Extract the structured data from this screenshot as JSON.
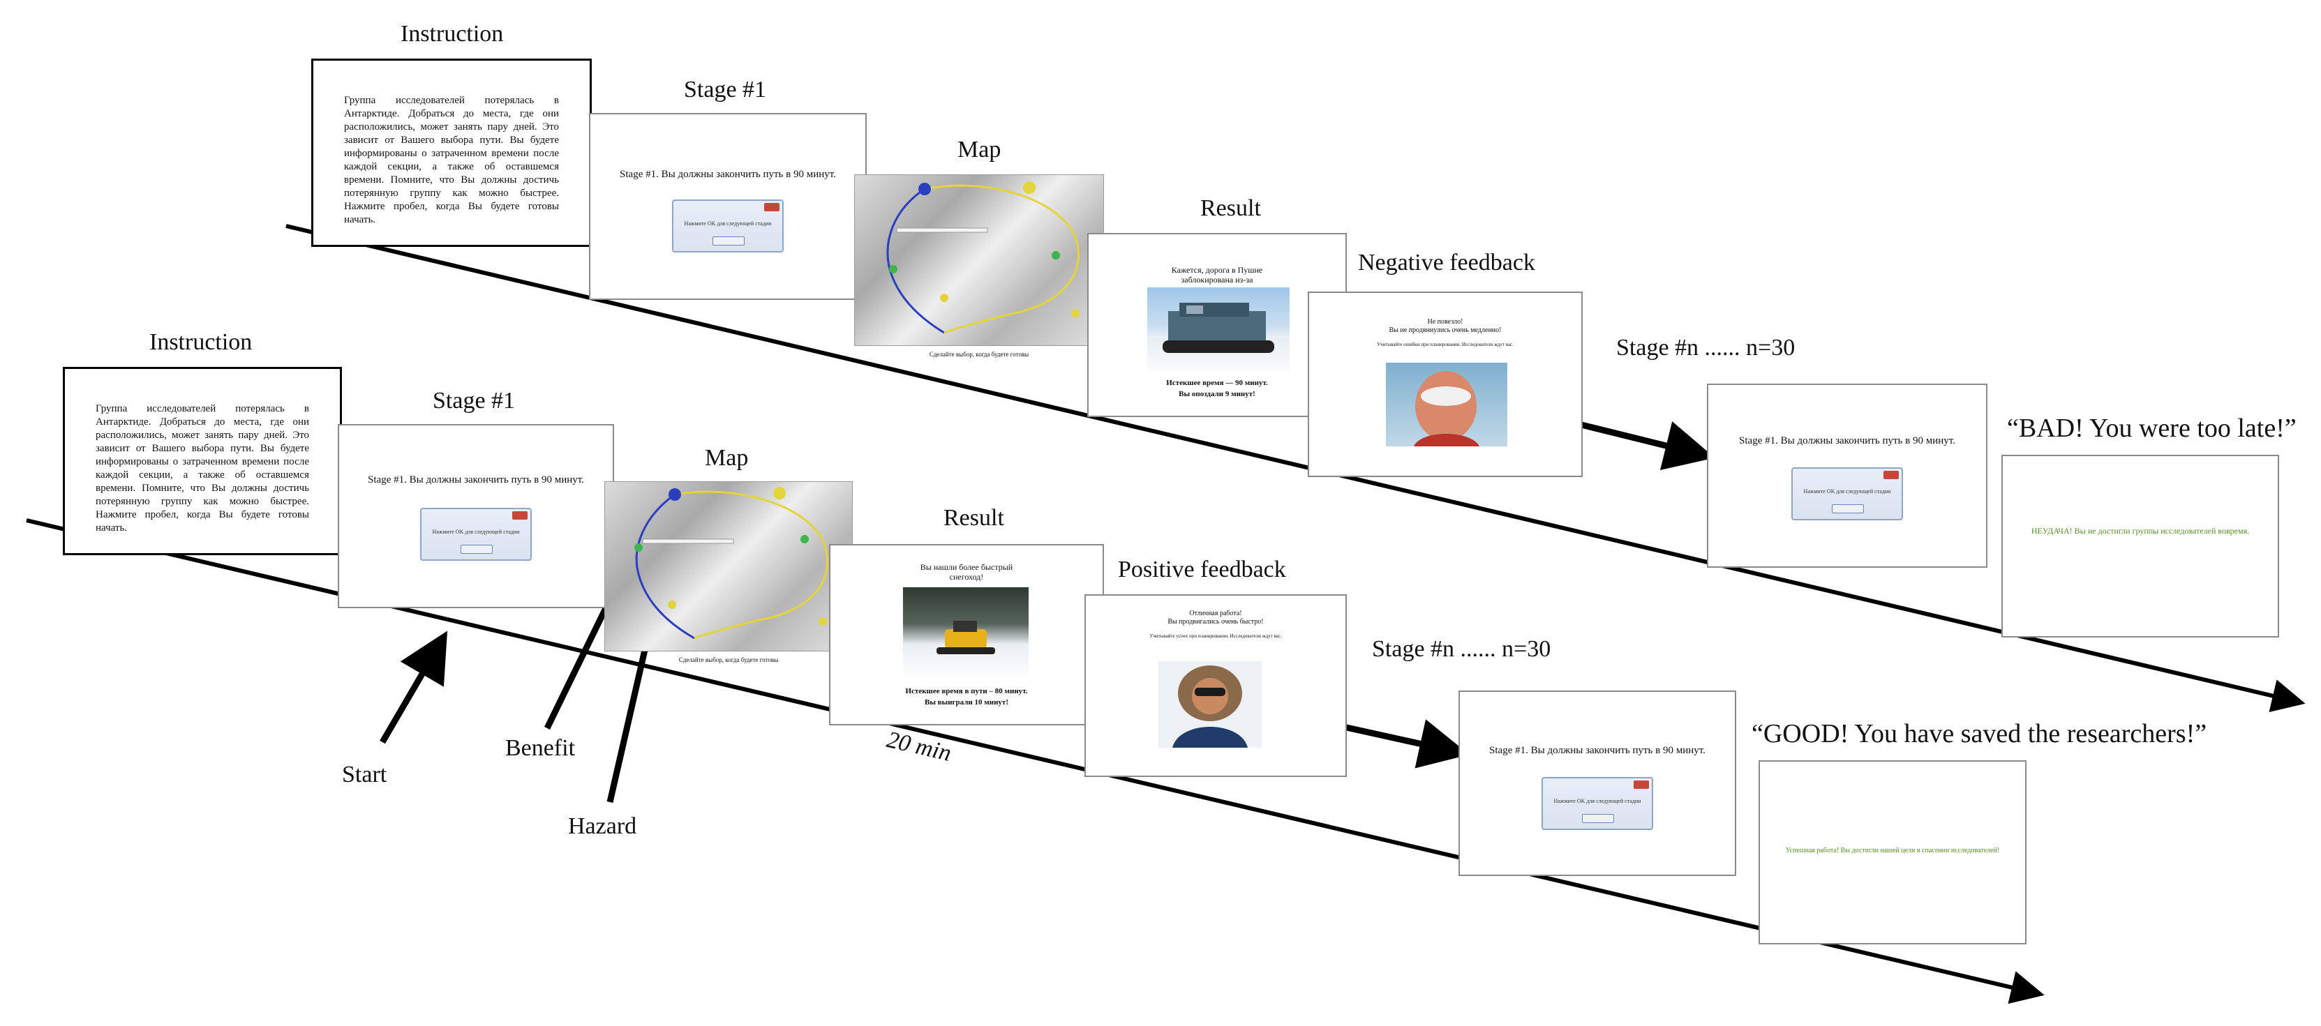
{
  "instruction_text": "Группа исследователей потерялась в Антарктиде. Добраться до места, где они расположились, может занять пару дней. Это зависит от Вашего выбора пути. Вы будете информированы о затраченном времени после каждой секции, а также об оставшемся времени. Помните, что Вы должны достичь потерянную группу как можно быстрее. Нажмите пробел, когда Вы будете готовы начать.",
  "stage_text": "Stage #1. Вы должны закончить путь в 90 минут.",
  "dialog_text": "Нажмите OK для следующей стадии",
  "map_caption": "Сделайте выбор, когда будете готовы",
  "labels": {
    "instruction": "Instruction",
    "stage1": "Stage #1",
    "map": "Map",
    "result": "Result",
    "negative_feedback": "Negative feedback",
    "positive_feedback": "Positive feedback",
    "stage_n": "Stage #n ...... n=30",
    "start": "Start",
    "benefit": "Benefit",
    "hazard": "Hazard",
    "duration": "20 min"
  },
  "top": {
    "result_title": "Кажется, дорога в Пушне заблокирована из-за",
    "result_foot_1": "Истекшее время — 90 минут.",
    "result_foot_2": "Вы опоздали 9 минут!",
    "feedback_title_1": "Не повезло!",
    "feedback_title_2": "Вы не продвинулись очень медленно!",
    "feedback_small": "Учитывайте ошибки при планировании. Исследователи ждут вас.",
    "end_quote": "“BAD! You were too late!”",
    "end_message": "НЕУДАЧА! Вы не достигли группы исследователей вовремя."
  },
  "bottom": {
    "result_title_1": "Вы нашли более быстрый",
    "result_title_2": "снегоход!",
    "result_foot_1": "Истекшее время в пути – 80 минут.",
    "result_foot_2": "Вы выиграли 10 минут!",
    "feedback_title_1": "Отличная работа!",
    "feedback_title_2": "Вы продвигались очень быстро!",
    "feedback_small": "Учитывайте успех при планировании. Исследователи ждут вас.",
    "end_quote": "“GOOD! You have saved the researchers!”",
    "end_message": "Успешная работа! Вы достигли нашей цели в спасении исследователей!"
  },
  "colors": {
    "route_blue": "#2a3fbf",
    "route_yellow": "#e2d43a",
    "end_text_green": "#5a8a2a"
  }
}
